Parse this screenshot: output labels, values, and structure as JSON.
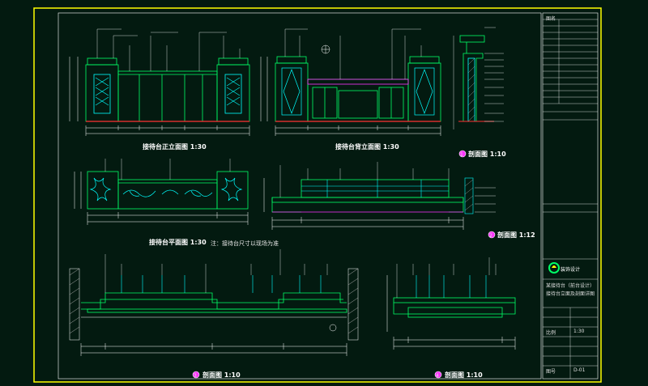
{
  "drawing": {
    "colors": {
      "background": "#031a10",
      "frame": "#ffff00",
      "outline": "#00ff66",
      "cyan": "#00ffff",
      "magenta": "#ff33ff",
      "red": "#ff3333",
      "white": "#ffffff",
      "hatch": "#b0b0b0"
    },
    "titles": {
      "front_elevation": "接待台正立面图 1:30",
      "rear_elevation": "接待台背立面图 1:30",
      "plan": "接待台平面图 1:30",
      "section_side": "剖面图 1:10",
      "section_right_upper": "剖面图 1:12",
      "section_lower_left": "剖面图 1:10",
      "section_lower_right": "剖面图 1:10"
    },
    "title_markers": {
      "section_side": "1",
      "section_right_upper": "2",
      "section_lower_left": "3",
      "section_lower_right": "4"
    },
    "plan_note": "注：接待台尺寸以现场为准"
  },
  "title_block": {
    "logo_text": "装饰设计",
    "row1": "图名",
    "project_name": "某接待台（前台设计）",
    "drawing_name": "接待台立面及剖面详图",
    "scale_label": "比例",
    "scale_value": "1:30",
    "sheet_label": "图号",
    "sheet_value": "D-01"
  }
}
